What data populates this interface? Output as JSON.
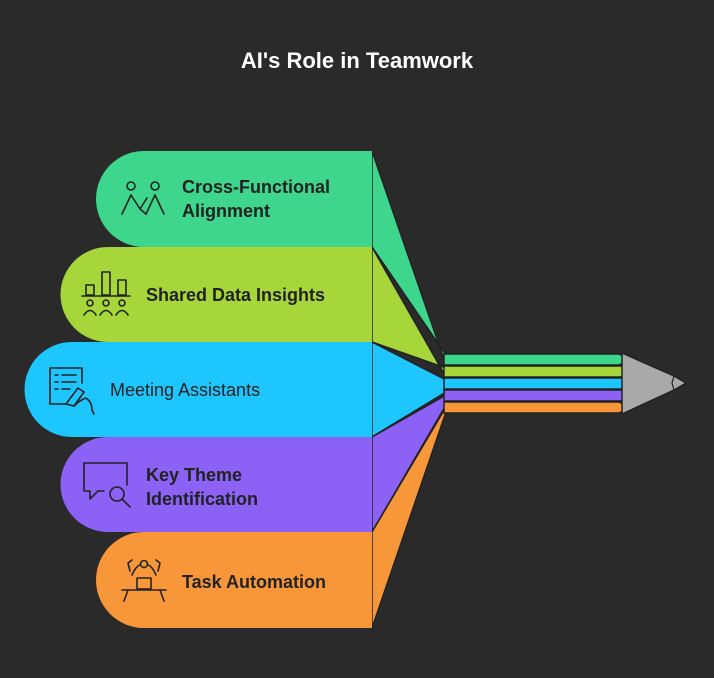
{
  "title": "AI's Role in Teamwork",
  "items": [
    {
      "label_line1": "Cross-Functional",
      "label_line2": "Alignment",
      "color": "#3dd68c",
      "icon": "people-connected-icon"
    },
    {
      "label_line1": "Shared Data Insights",
      "label_line2": "",
      "color": "#a6d63a",
      "icon": "bar-chart-people-icon"
    },
    {
      "label_line1": "Meeting Assistants",
      "label_line2": "",
      "color": "#1ec6ff",
      "icon": "notes-writing-icon"
    },
    {
      "label_line1": "Key Theme",
      "label_line2": "Identification",
      "color": "#8b62f5",
      "icon": "chat-search-icon"
    },
    {
      "label_line1": "Task Automation",
      "label_line2": "",
      "color": "#f7973a",
      "icon": "robot-icon"
    }
  ],
  "pencil_tip_color": "#a9a9a9"
}
